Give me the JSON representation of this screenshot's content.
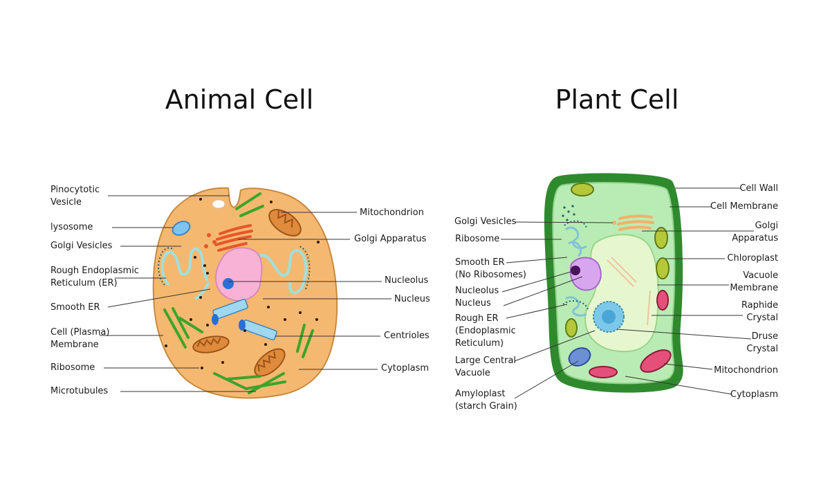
{
  "animal": {
    "title": "Animal Cell",
    "labels": {
      "pinocytotic": [
        "Pinocytotic",
        "Vesicle"
      ],
      "lysosome": [
        "lysosome"
      ],
      "golgi_vesicles": [
        "Golgi Vesicles"
      ],
      "rough_er": [
        "Rough Endoplasmic",
        "Reticulum (ER)"
      ],
      "smooth_er": [
        "Smooth ER"
      ],
      "cell_membrane": [
        "Cell (Plasma)",
        "Membrane"
      ],
      "ribosome": [
        "Ribosome"
      ],
      "microtubules": [
        "Microtubules"
      ],
      "mitochondrion": [
        "Mitochondrion"
      ],
      "golgi_apparatus": [
        "Golgi Apparatus"
      ],
      "nucleolus": [
        "Nucleolus"
      ],
      "nucleus": [
        "Nucleus"
      ],
      "centrioles": [
        "Centrioles"
      ],
      "cytoplasm": [
        "Cytoplasm"
      ]
    }
  },
  "plant": {
    "title": "Plant Cell",
    "labels": {
      "golgi_vesicles": [
        "Golgi Vesicles"
      ],
      "ribosome": [
        "Ribosome"
      ],
      "smooth_er": [
        "Smooth ER",
        "(No Ribosomes)"
      ],
      "nucleolus_nucleus": [
        "Nucleolus",
        "Nucleus"
      ],
      "rough_er": [
        "Rough ER",
        "(Endoplasmic",
        "Reticulum)"
      ],
      "vacuole": [
        "Large Central",
        "Vacuole"
      ],
      "amyloplast": [
        "Amyloplast",
        "(starch Grain)"
      ],
      "cell_wall": [
        "Cell Wall"
      ],
      "cell_membrane": [
        "Cell Membrane"
      ],
      "golgi_apparatus": [
        "Golgi",
        "Apparatus"
      ],
      "chloroplast": [
        "Chloroplast"
      ],
      "vacuole_membrane": [
        "Vacuole",
        "Membrane"
      ],
      "raphide": [
        "Raphide",
        "Crystal"
      ],
      "druse": [
        "Druse",
        "Crystal"
      ],
      "mitochondrion": [
        "Mitochondrion"
      ],
      "cytoplasm": [
        "Cytoplasm"
      ]
    }
  },
  "colors": {
    "animal_cytoplasm": "#f5b870",
    "animal_outline": "#c9893f",
    "nucleus": "#f7b2d6",
    "nucleolus": "#2a6fd6",
    "er": "#9fe0de",
    "golgi": "#e8552a",
    "mitochondrion": "#e08a3c",
    "microtubule": "#3aa52b",
    "plant_wall": "#2f8a2e",
    "plant_cytoplasm": "#b9ecb4",
    "vacuole": "#e6f7d0"
  }
}
